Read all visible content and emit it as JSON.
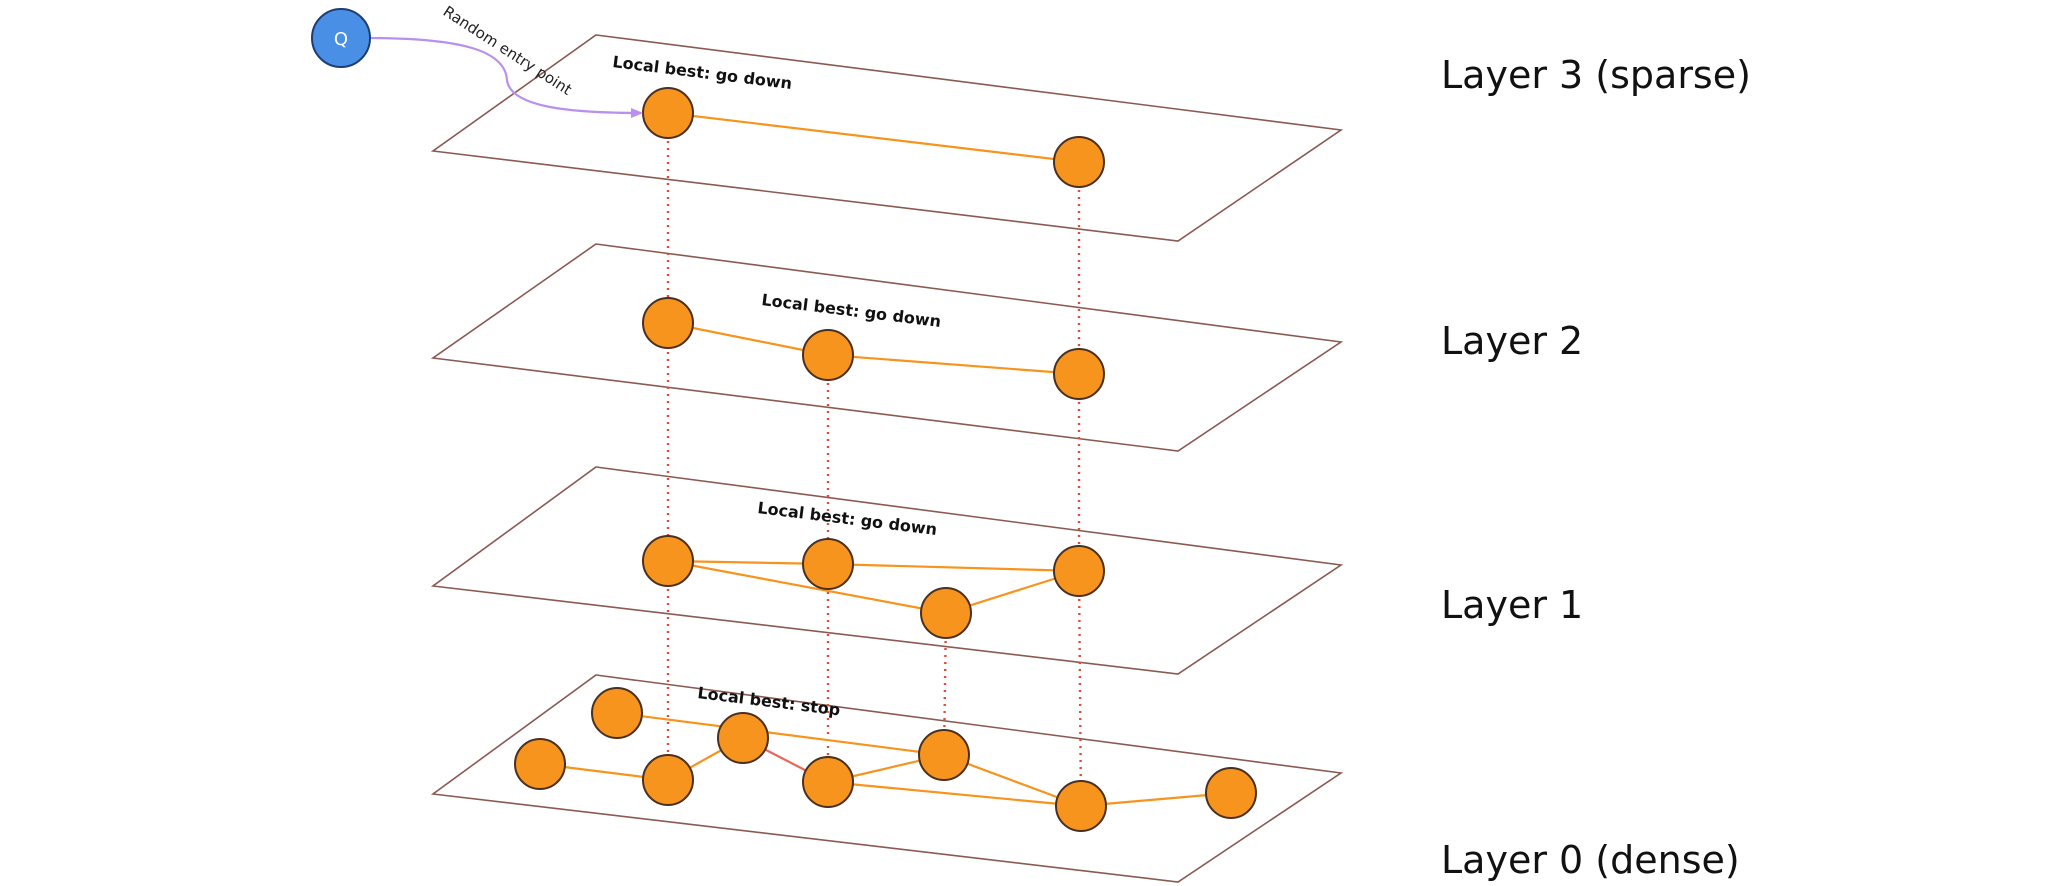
{
  "query": {
    "label": "Q"
  },
  "entry": {
    "label": "Random entry point"
  },
  "layers": [
    {
      "label": "Layer 3 (sparse)",
      "note": "Local best: go down"
    },
    {
      "label": "Layer 2",
      "note": "Local best: go down"
    },
    {
      "label": "Layer 1",
      "note": "Local best: go down"
    },
    {
      "label": "Layer 0 (dense)",
      "note": "Local best: stop"
    }
  ],
  "colors": {
    "node": "#f7941d",
    "node_outline": "#4a3020",
    "edge": "#f7941d",
    "vertical_link": "#e24a3b",
    "query_node": "#4a8fe6",
    "entry_arrow": "#b98ff0",
    "plane_outline": "#8a5a52"
  }
}
